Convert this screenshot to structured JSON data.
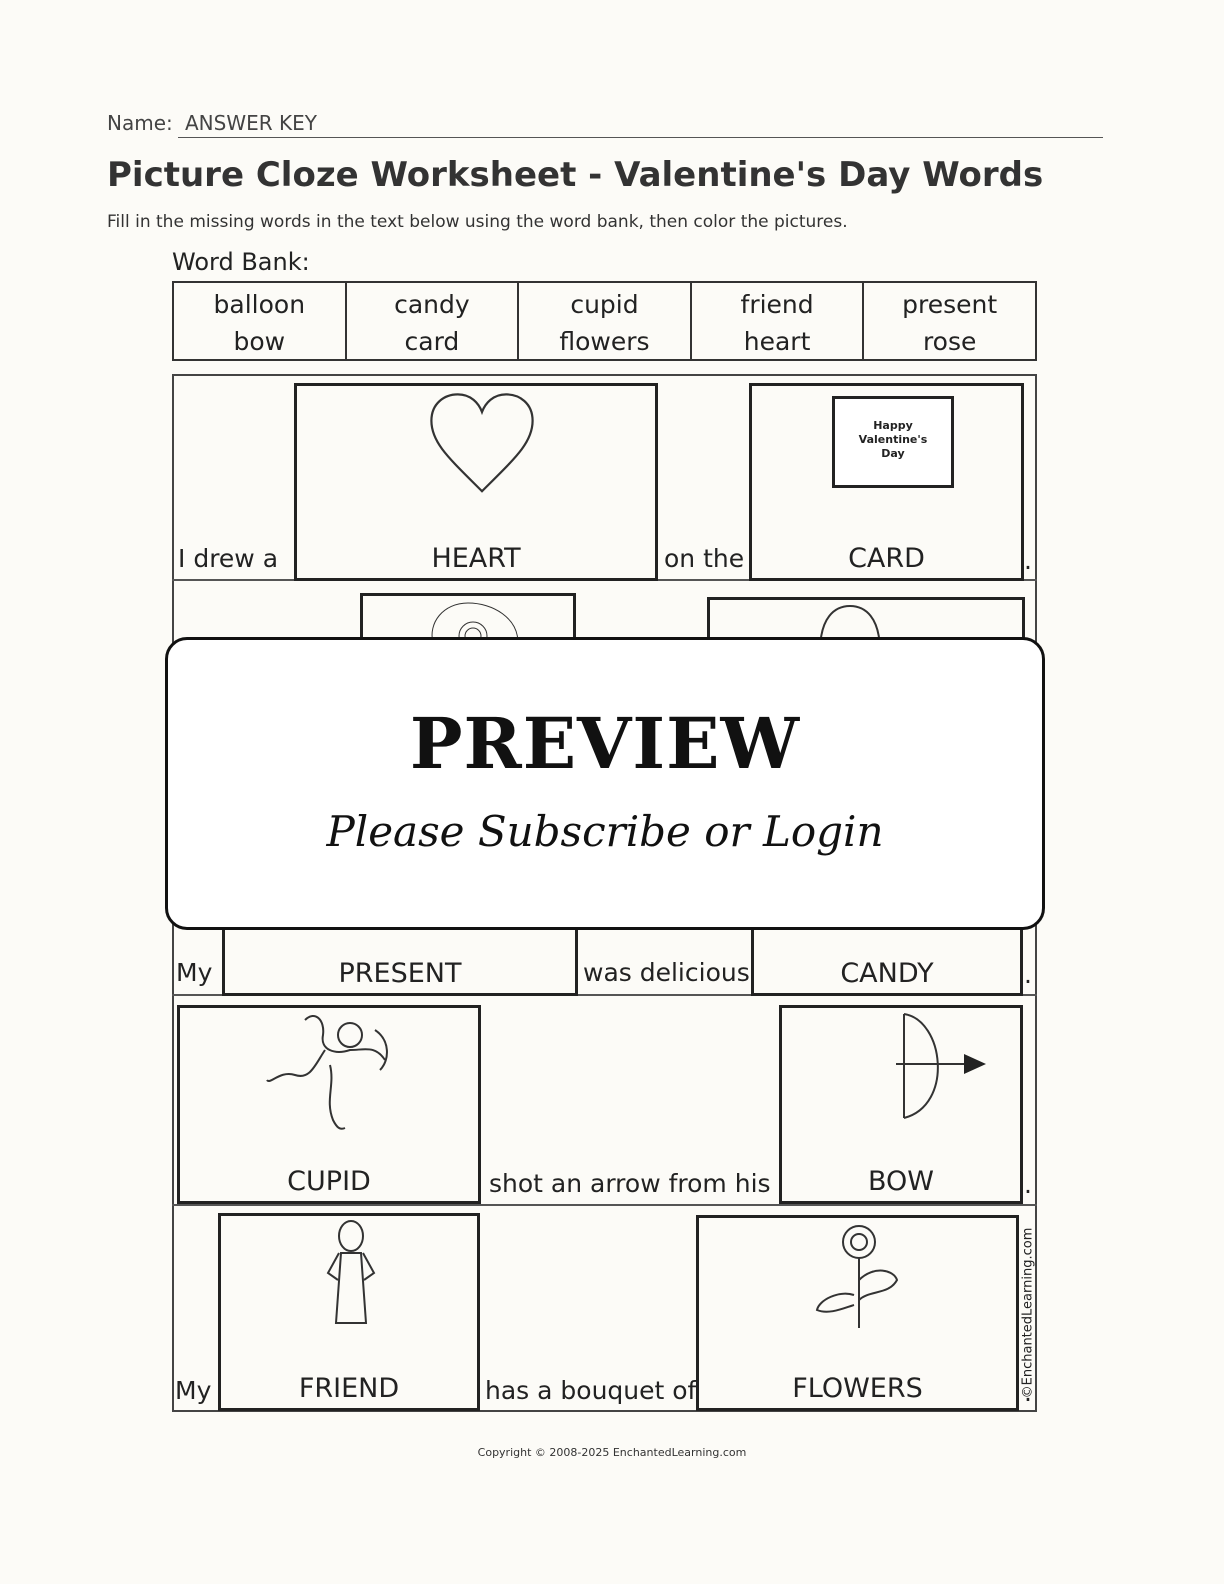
{
  "name_label": "Name:",
  "name_value": "ANSWER KEY",
  "title": "Picture Cloze Worksheet - Valentine's Day Words",
  "instructions": "Fill in the missing words in the text below using the word bank, then color the pictures.",
  "word_bank": {
    "label": "Word Bank:",
    "columns": [
      [
        "balloon",
        "bow"
      ],
      [
        "candy",
        "card"
      ],
      [
        "cupid",
        "flowers"
      ],
      [
        "friend",
        "heart"
      ],
      [
        "present",
        "rose"
      ]
    ]
  },
  "rows": [
    {
      "t1": "I drew a",
      "a1": "HEART",
      "t2": "on the",
      "a2": "CARD",
      "end": "."
    },
    {
      "t1": "My",
      "a1": "PRESENT",
      "t2": "was delicious",
      "a2": "CANDY",
      "end": "."
    },
    {
      "a1": "CUPID",
      "t2": "shot an arrow from his",
      "a2": "BOW",
      "end": "."
    },
    {
      "t1": "My",
      "a1": "FRIEND",
      "t2": "has a bouquet of",
      "a2": "FLOWERS",
      "end": "."
    }
  ],
  "card_text": [
    "Happy",
    "Valentine's",
    "Day"
  ],
  "overlay": {
    "title": "PREVIEW",
    "subtitle": "Please Subscribe or Login"
  },
  "side_credit": "©EnchantedLearning.com",
  "footer": "Copyright © 2008-2025 EnchantedLearning.com"
}
